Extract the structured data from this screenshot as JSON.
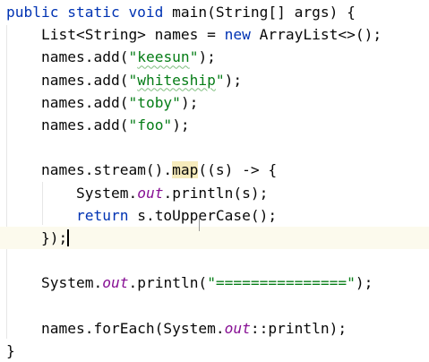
{
  "editor": {
    "language": "Java",
    "lines": [
      {
        "indent": "",
        "tokens": [
          {
            "t": "public static void ",
            "c": "kw"
          },
          {
            "t": "main(String[] args) {",
            "c": ""
          }
        ]
      },
      {
        "indent": "    ",
        "tokens": [
          {
            "t": "List<String> names = ",
            "c": ""
          },
          {
            "t": "new",
            "c": "kw"
          },
          {
            "t": " ArrayList<>();",
            "c": ""
          }
        ]
      },
      {
        "indent": "    ",
        "tokens": [
          {
            "t": "names.add(",
            "c": ""
          },
          {
            "t": "\"",
            "c": "str"
          },
          {
            "t": "keesun",
            "c": "str typo"
          },
          {
            "t": "\"",
            "c": "str"
          },
          {
            "t": ");",
            "c": ""
          }
        ]
      },
      {
        "indent": "    ",
        "tokens": [
          {
            "t": "names.add(",
            "c": ""
          },
          {
            "t": "\"",
            "c": "str"
          },
          {
            "t": "whiteship",
            "c": "str typo"
          },
          {
            "t": "\"",
            "c": "str"
          },
          {
            "t": ");",
            "c": ""
          }
        ]
      },
      {
        "indent": "    ",
        "tokens": [
          {
            "t": "names.add(",
            "c": ""
          },
          {
            "t": "\"toby\"",
            "c": "str"
          },
          {
            "t": ");",
            "c": ""
          }
        ]
      },
      {
        "indent": "    ",
        "tokens": [
          {
            "t": "names.add(",
            "c": ""
          },
          {
            "t": "\"foo\"",
            "c": "str"
          },
          {
            "t": ");",
            "c": ""
          }
        ]
      },
      {
        "indent": "",
        "tokens": []
      },
      {
        "indent": "    ",
        "tokens": [
          {
            "t": "names.stream().",
            "c": ""
          },
          {
            "t": "map",
            "c": "hl"
          },
          {
            "t": "((s) -> {",
            "c": ""
          }
        ]
      },
      {
        "indent": "        ",
        "tokens": [
          {
            "t": "System.",
            "c": ""
          },
          {
            "t": "out",
            "c": "field"
          },
          {
            "t": ".println(s);",
            "c": ""
          }
        ]
      },
      {
        "indent": "        ",
        "tokens": [
          {
            "t": "return",
            "c": "kw"
          },
          {
            "t": " s.toUpperCase();",
            "c": ""
          }
        ]
      },
      {
        "indent": "    ",
        "current": true,
        "caret": true,
        "tokens": [
          {
            "t": "});",
            "c": ""
          }
        ]
      },
      {
        "indent": "",
        "tokens": []
      },
      {
        "indent": "    ",
        "tokens": [
          {
            "t": "System.",
            "c": ""
          },
          {
            "t": "out",
            "c": "field"
          },
          {
            "t": ".println(",
            "c": ""
          },
          {
            "t": "\"===============\"",
            "c": "str"
          },
          {
            "t": ");",
            "c": ""
          }
        ]
      },
      {
        "indent": "",
        "tokens": []
      },
      {
        "indent": "    ",
        "tokens": [
          {
            "t": "names.forEach(System.",
            "c": ""
          },
          {
            "t": "out",
            "c": "field"
          },
          {
            "t": "::println);",
            "c": ""
          }
        ]
      },
      {
        "indent": "",
        "tokens": [
          {
            "t": "}",
            "c": ""
          }
        ]
      }
    ]
  },
  "colors": {
    "background": "#ffffff",
    "keyword": "#0033b3",
    "string": "#067d17",
    "static_field": "#871094",
    "plain": "#080808",
    "current_line": "#fcfaed",
    "match_highlight": "#f6ebbc"
  },
  "icons": {
    "mouse_cursor": "text-ibeam-cursor-icon",
    "text_caret": "text-caret"
  }
}
